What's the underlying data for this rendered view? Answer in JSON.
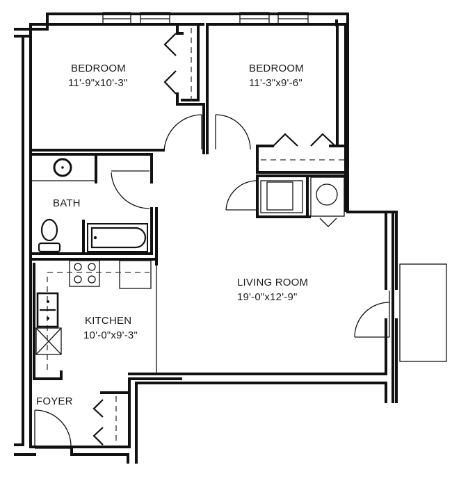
{
  "floorplan": {
    "rooms": [
      {
        "id": "bedroom-1",
        "name": "BEDROOM",
        "dimensions": "11'-9\"x10'-3\""
      },
      {
        "id": "bedroom-2",
        "name": "BEDROOM",
        "dimensions": "11'-3\"x9'-6\""
      },
      {
        "id": "bath",
        "name": "BATH",
        "dimensions": ""
      },
      {
        "id": "living-room",
        "name": "LIVING ROOM",
        "dimensions": "19'-0\"x12'-9\""
      },
      {
        "id": "kitchen",
        "name": "KITCHEN",
        "dimensions": "10'-0\"x9'-3\""
      },
      {
        "id": "foyer",
        "name": "FOYER",
        "dimensions": ""
      }
    ],
    "colors": {
      "line": "#111111",
      "background": "#ffffff"
    }
  }
}
